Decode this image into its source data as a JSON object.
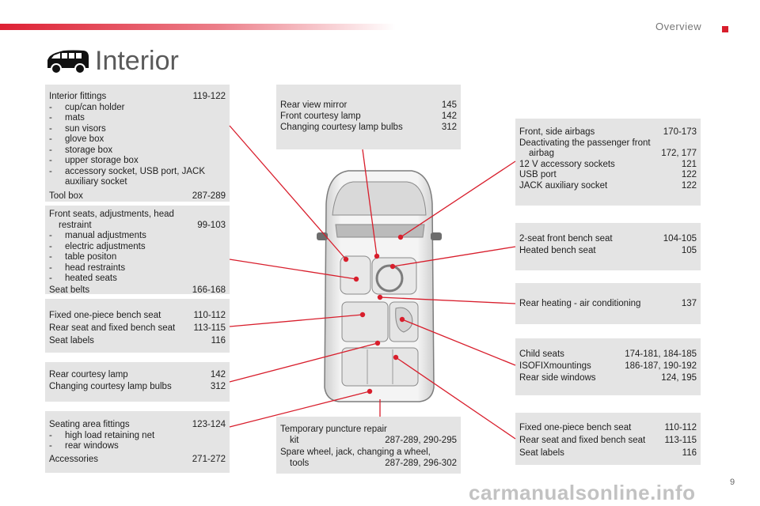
{
  "header": {
    "section": "Overview",
    "page_number": "9"
  },
  "title": "Interior",
  "watermark": "carmanualsonline.info",
  "boxes": {
    "interior_fittings": {
      "heading": "Interior fittings",
      "heading_pages": "119-122",
      "items": [
        "cup/can holder",
        "mats",
        "sun visors",
        "glove box",
        "storage box",
        "upper storage box",
        "accessory socket, USB port, JACK"
      ],
      "items_cont": "auxiliary socket",
      "footer": "Tool box",
      "footer_pages": "287-289"
    },
    "front_seats": {
      "heading": "Front seats, adjustments, head",
      "heading_cont": "restraint",
      "heading_pages": "99-103",
      "items": [
        "manual adjustments",
        "electric adjustments",
        "table positon",
        "head restraints",
        "heated seats"
      ],
      "footer": "Seat belts",
      "footer_pages": "166-168"
    },
    "fixed_bench_left": {
      "rows": [
        {
          "label": "Fixed one-piece bench seat",
          "pages": "110-112"
        },
        {
          "label": "Rear seat and fixed bench seat",
          "pages": "113-115"
        },
        {
          "label": "Seat labels",
          "pages": "116"
        }
      ]
    },
    "rear_courtesy": {
      "rows": [
        {
          "label": "Rear courtesy lamp",
          "pages": "142"
        },
        {
          "label": "Changing courtesy lamp bulbs",
          "pages": "312"
        }
      ]
    },
    "seating_area": {
      "heading": "Seating area fittings",
      "heading_pages": "123-124",
      "items": [
        "high load retaining net",
        "rear windows"
      ],
      "footer": "Accessories",
      "footer_pages": "271-272"
    },
    "rear_view": {
      "rows": [
        {
          "label": "Rear view mirror",
          "pages": "145"
        },
        {
          "label": "Front courtesy lamp",
          "pages": "142"
        },
        {
          "label": "Changing courtesy lamp bulbs",
          "pages": "312"
        }
      ]
    },
    "temporary_repair": {
      "r1_label": "Temporary puncture repair",
      "r1_cont": "kit",
      "r1_pages": "287-289, 290-295",
      "r2_label": "Spare wheel, jack, changing a wheel,",
      "r2_cont": "tools",
      "r2_pages": "287-289, 296-302"
    },
    "airbags": {
      "r1_label": "Front, side airbags",
      "r1_pages": "170-173",
      "r2_label": "Deactivating the passenger front",
      "r2_cont": "airbag",
      "r2_pages": "172, 177",
      "rows": [
        {
          "label": "12 V accessory sockets",
          "pages": "121"
        },
        {
          "label": "USB port",
          "pages": "122"
        },
        {
          "label": "JACK auxiliary socket",
          "pages": "122"
        }
      ]
    },
    "front_bench": {
      "rows": [
        {
          "label": "2-seat front bench seat",
          "pages": "104-105"
        },
        {
          "label": "Heated bench seat",
          "pages": "105"
        }
      ]
    },
    "rear_heating": {
      "rows": [
        {
          "label": "Rear heating - air conditioning",
          "pages": "137"
        }
      ]
    },
    "child_seats": {
      "rows": [
        {
          "label": "Child seats",
          "pages": "174-181, 184-185"
        },
        {
          "label": "ISOFIXmountings",
          "pages": "186-187, 190-192"
        },
        {
          "label": "Rear side windows",
          "pages": "124, 195"
        }
      ]
    },
    "fixed_bench_right": {
      "rows": [
        {
          "label": "Fixed one-piece bench seat",
          "pages": "110-112"
        },
        {
          "label": "Rear seat and fixed bench seat",
          "pages": "113-115"
        },
        {
          "label": "Seat labels",
          "pages": "116"
        }
      ]
    }
  },
  "colors": {
    "accent": "#d81e2c",
    "box_bg": "#e4e4e4",
    "title": "#5a5a5a"
  },
  "icons": {
    "van": "van-icon"
  }
}
